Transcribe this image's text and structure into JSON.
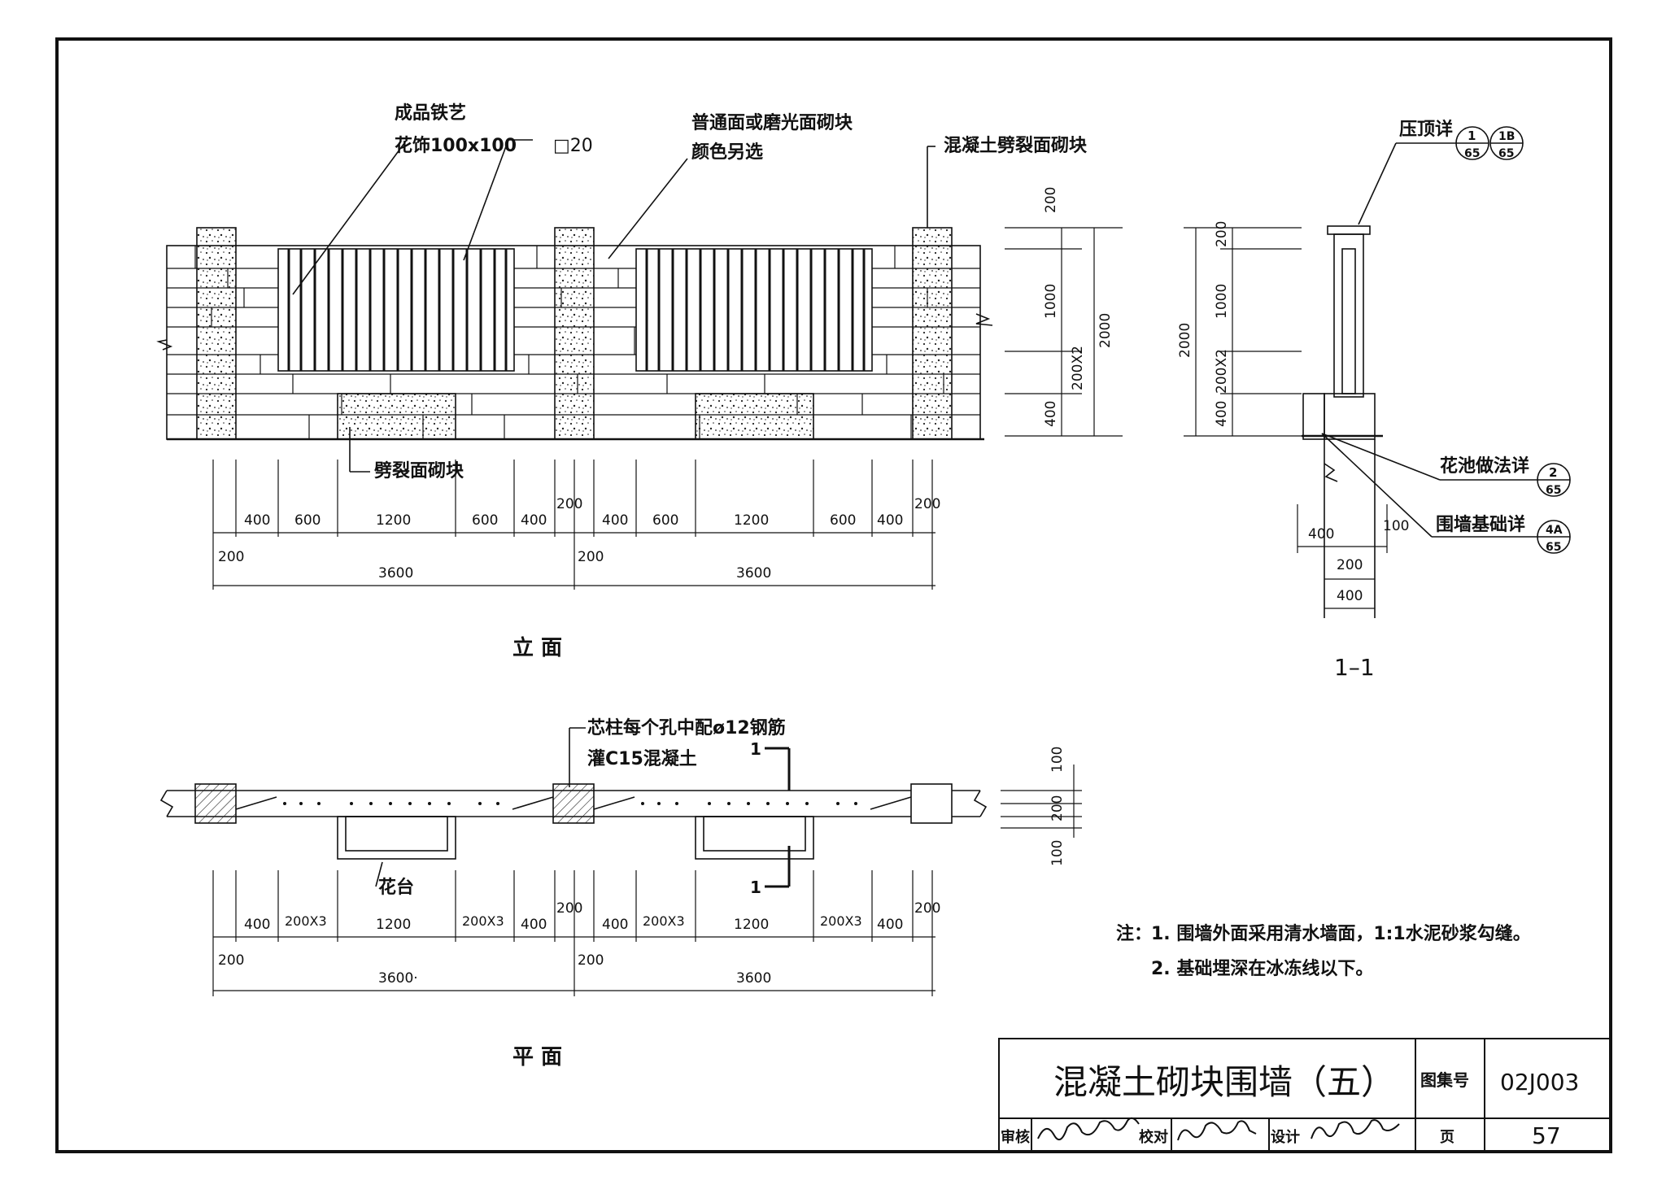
{
  "elevation": {
    "title": "立  面",
    "callouts": {
      "ironwork_line1": "成品铁艺",
      "ironwork_line2": "花饰100x100",
      "bar_size": "□20",
      "block_line1": "普通面或磨光面砌块",
      "block_line2": "颜色另选",
      "split_top": "混凝土劈裂面砌块",
      "split_bottom": "劈裂面砌块"
    },
    "heights": {
      "cap": "200",
      "rail": "1000",
      "mid": "200X2",
      "base": "400",
      "total": "2000"
    },
    "dims_row1": [
      "400",
      "600",
      "1200",
      "600",
      "400",
      "200",
      "400",
      "600",
      "1200",
      "600",
      "400",
      "200"
    ],
    "dims_left": "200",
    "dims_mid": "200",
    "spans": [
      "3600",
      "3600"
    ]
  },
  "section": {
    "title": "1–1",
    "coping_label": "压顶详",
    "coping_refs": [
      {
        "num": "1",
        "page": "65"
      },
      {
        "num": "1B",
        "page": "65"
      }
    ],
    "planter_label": "花池做法详",
    "planter_ref": {
      "num": "2",
      "page": "65"
    },
    "footing_label": "围墙基础详",
    "footing_ref": {
      "num": "4A",
      "page": "65"
    },
    "heights": {
      "total": "2000",
      "cap": "200",
      "rail": "1000",
      "mid": "200X2",
      "base": "400"
    },
    "bottom_dims": {
      "left": "400",
      "right": "100",
      "wall": "200",
      "footing": "400"
    }
  },
  "plan": {
    "title": "平  面",
    "core_note_line1": "芯柱每个孔中配ø12钢筋",
    "core_note_line2": "灌C15混凝土",
    "cut_mark": "1",
    "planter": "花台",
    "widths": [
      "100",
      "200",
      "100"
    ],
    "dims_row1": [
      "400",
      "200X3",
      "1200",
      "200X3",
      "400",
      "200",
      "400",
      "200X3",
      "1200",
      "200X3",
      "400",
      "200"
    ],
    "dims_left": "200",
    "dims_mid": "200",
    "spans": [
      "3600·",
      "3600"
    ]
  },
  "notes": {
    "prefix": "注：",
    "items": [
      "1. 围墙外面采用清水墙面，1:1水泥砂浆勾缝。",
      "2. 基础埋深在冰冻线以下。"
    ]
  },
  "title_block": {
    "title": "混凝土砌块围墙（五）",
    "atlas_label": "图集号",
    "atlas_no": "02J003",
    "review_label": "审核",
    "check_label": "校对",
    "design_label": "设计",
    "page_label": "页",
    "page_no": "57"
  }
}
